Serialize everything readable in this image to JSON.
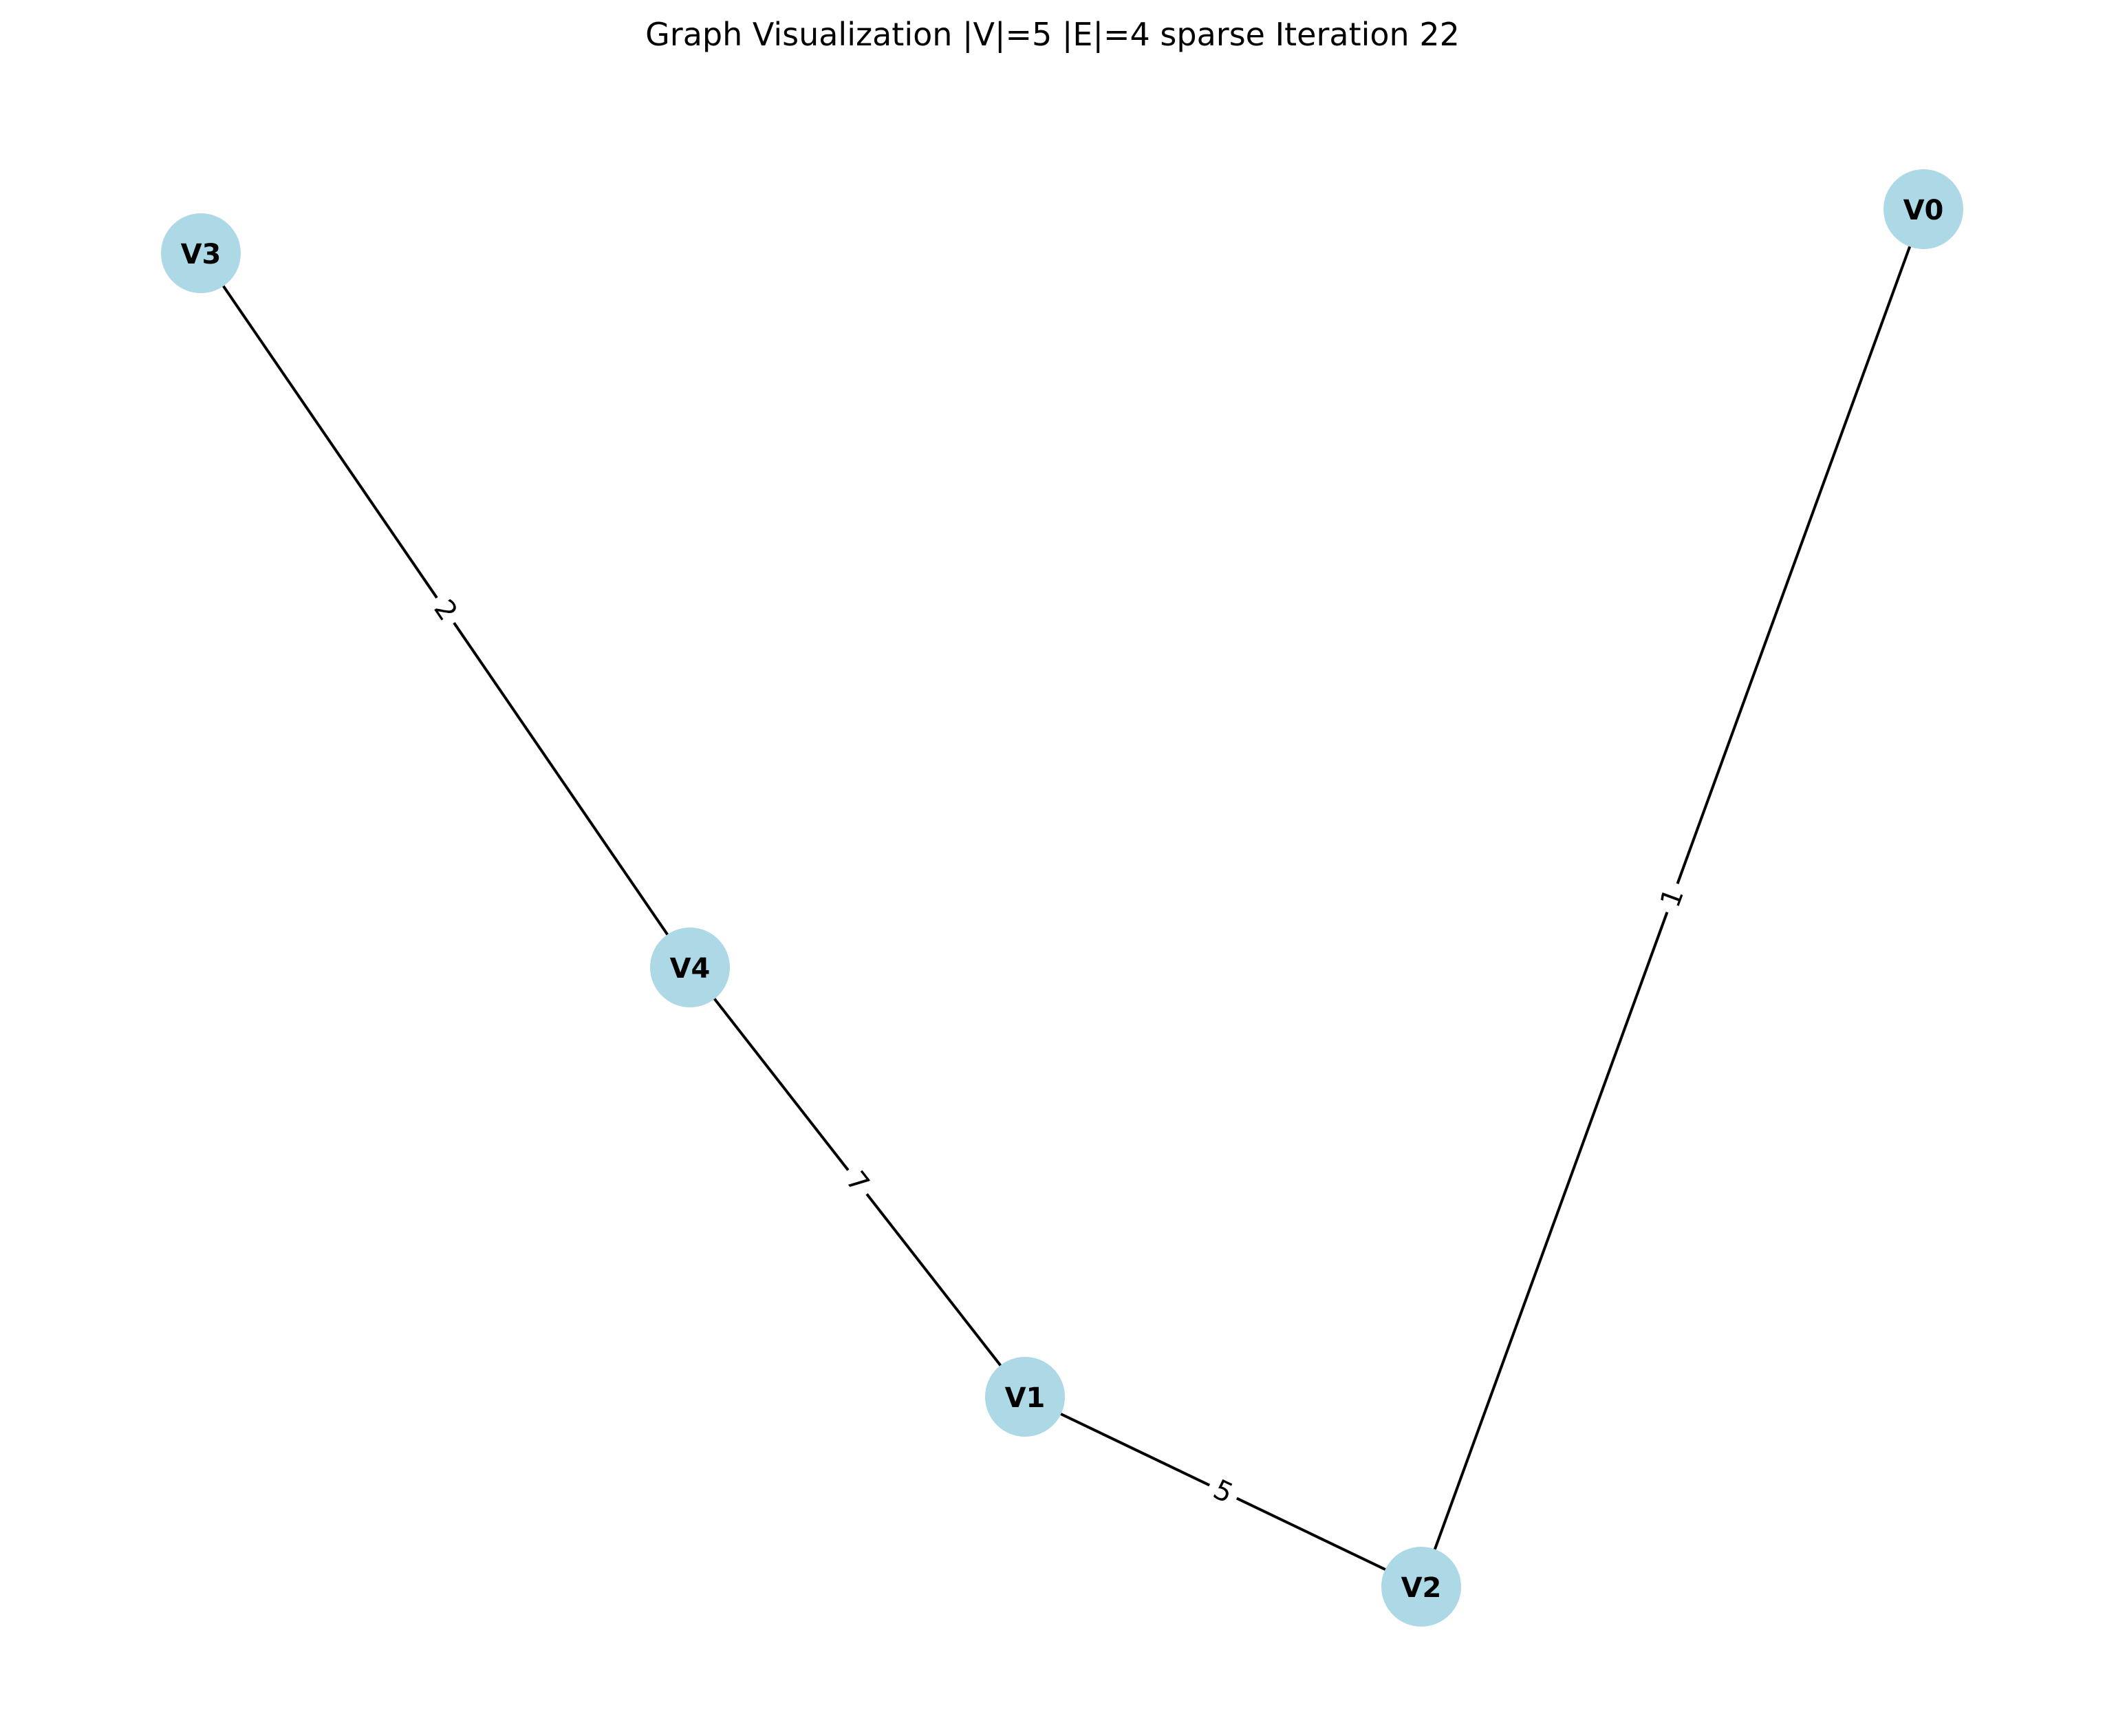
{
  "title": "Graph Visualization |V|=5 |E|=4 sparse Iteration 22",
  "colors": {
    "node_fill": "#add8e6",
    "edge": "#000000",
    "text": "#000000",
    "background": "#ffffff"
  },
  "nodes": [
    {
      "id": "V0",
      "label": "V0"
    },
    {
      "id": "V1",
      "label": "V1"
    },
    {
      "id": "V2",
      "label": "V2"
    },
    {
      "id": "V3",
      "label": "V3"
    },
    {
      "id": "V4",
      "label": "V4"
    }
  ],
  "edges": [
    {
      "source": "V3",
      "target": "V4",
      "weight": "2"
    },
    {
      "source": "V4",
      "target": "V1",
      "weight": "7"
    },
    {
      "source": "V1",
      "target": "V2",
      "weight": "5"
    },
    {
      "source": "V2",
      "target": "V0",
      "weight": "1"
    }
  ]
}
